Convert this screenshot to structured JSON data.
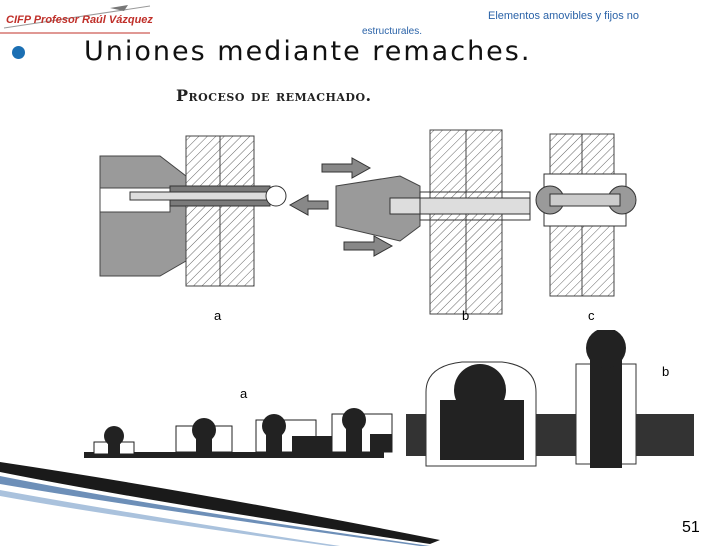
{
  "header": {
    "logo_text": "CIFP Profesor Raúl Vázquez",
    "doc_title_line1": "Elementos amovibles y fijos no",
    "doc_title_line2": "estructurales."
  },
  "slide": {
    "title": "Uniones mediante remaches.",
    "subtitle": "Proceso de remachado.",
    "page_number": "51"
  },
  "figure_top": {
    "labels": [
      "a",
      "b",
      "c"
    ]
  },
  "figure_bottom": {
    "labels": [
      "a",
      "b"
    ]
  },
  "colors": {
    "accent": "#c0302a",
    "header_text": "#2b63a8",
    "bullet": "#1b6fb3",
    "figure_gray": "#9a9a9a"
  }
}
